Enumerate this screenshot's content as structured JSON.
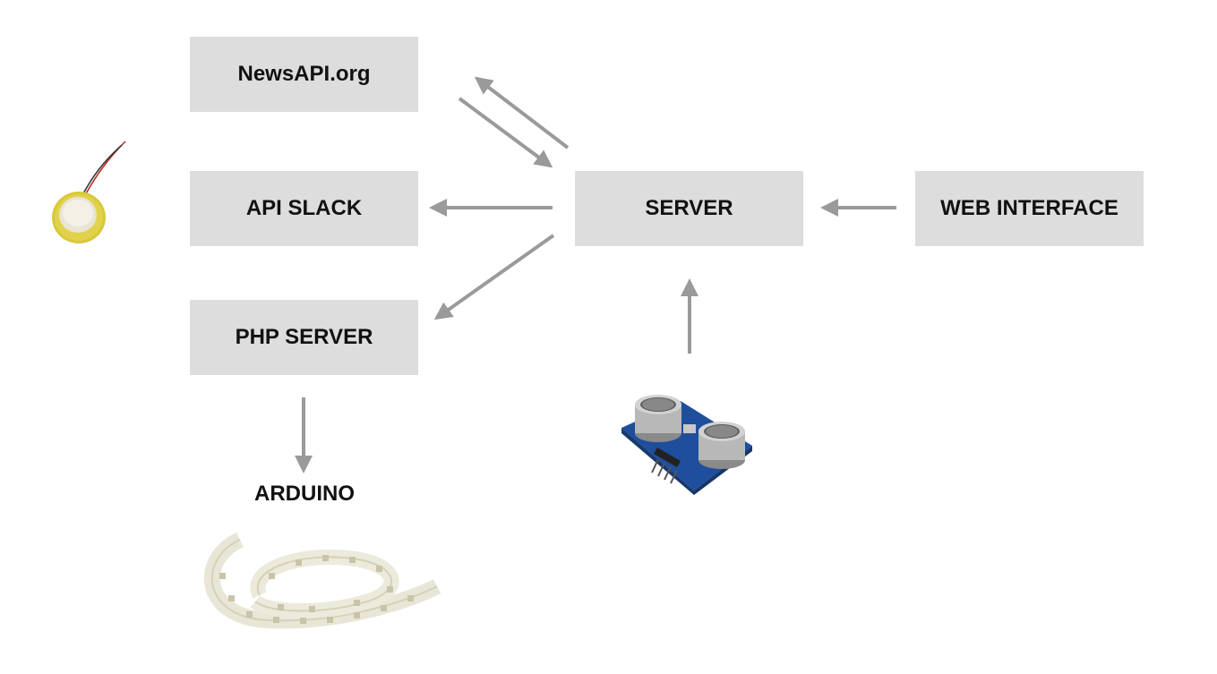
{
  "colors": {
    "box_fill": "#dddddd",
    "arrow": "#9a9a9a",
    "text": "#111111"
  },
  "nodes": {
    "newsapi": "NewsAPI.org",
    "api_slack": "API SLACK",
    "php_server": "PHP SERVER",
    "server": "SERVER",
    "web_interface": "WEB INTERFACE",
    "arduino": "ARDUINO"
  },
  "edges": [
    {
      "from": "server",
      "to": "newsapi"
    },
    {
      "from": "newsapi",
      "to": "server"
    },
    {
      "from": "server",
      "to": "api_slack"
    },
    {
      "from": "server",
      "to": "php_server"
    },
    {
      "from": "web_interface",
      "to": "server"
    },
    {
      "from": "ultrasonic_sensor",
      "to": "server"
    },
    {
      "from": "php_server",
      "to": "arduino"
    }
  ],
  "images": [
    "piezo-buzzer",
    "ultrasonic-sensor",
    "led-strip"
  ]
}
